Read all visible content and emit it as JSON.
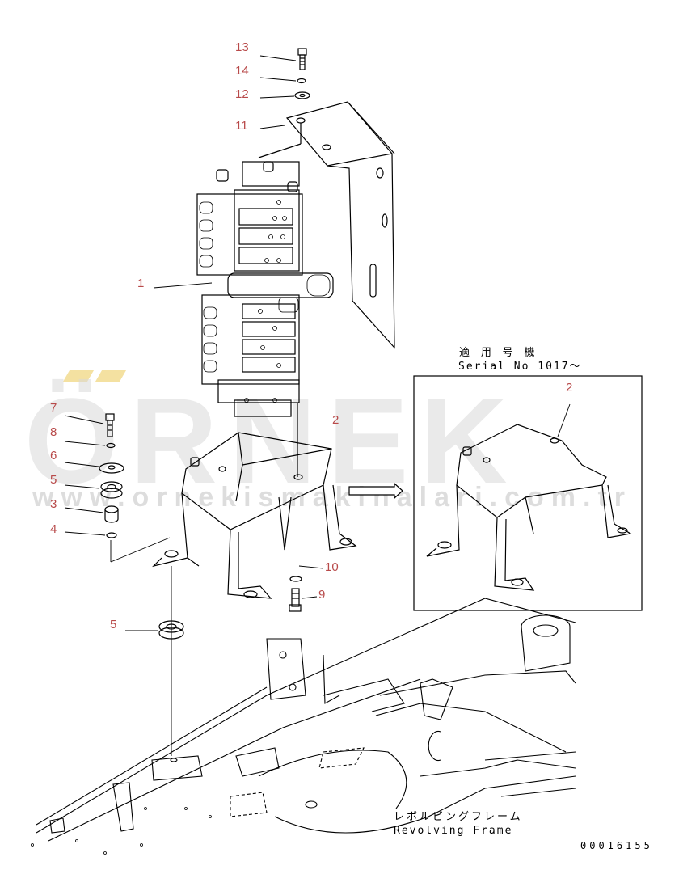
{
  "callouts": {
    "c13": "13",
    "c14": "14",
    "c12": "12",
    "c11": "11",
    "c1": "1",
    "c7": "7",
    "c8": "8",
    "c6": "6",
    "c5a": "5",
    "c3": "3",
    "c4": "4",
    "c2a": "2",
    "c10": "10",
    "c9": "9",
    "c5b": "5",
    "c2b": "2"
  },
  "inset": {
    "title_jp": "適 用 号 機",
    "serial": "Serial No 1017～"
  },
  "frame_label": {
    "jp": "レボルビングフレーム",
    "en": "Revolving Frame"
  },
  "drawing_number": "00016155",
  "watermark": {
    "brand": "ÖRNEK",
    "url": "www.ornekismakinalari.com.tr"
  },
  "colors": {
    "callout": "#b84a4a",
    "line": "#000000",
    "watermark": "#d9d9d9"
  }
}
